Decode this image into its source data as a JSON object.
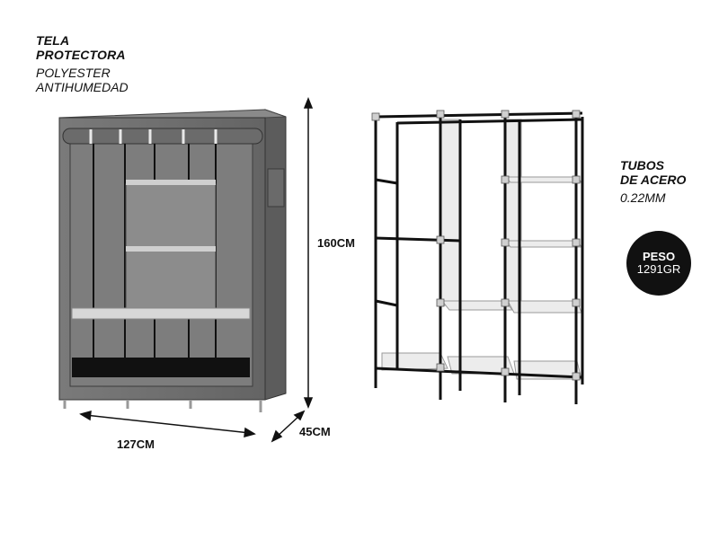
{
  "fabric": {
    "line1": "TELA",
    "line2": "PROTECTORA",
    "line3": "POLYESTER",
    "line4": "ANTIHUMEDAD"
  },
  "tubes": {
    "line1": "TUBOS",
    "line2": "DE ACERO",
    "line3": "0.22MM"
  },
  "weight": {
    "label": "PESO",
    "value": "1291GR"
  },
  "dimensions": {
    "height": "160CM",
    "width": "127CM",
    "depth": "45CM"
  },
  "colors": {
    "fabric": "#6f6f6f",
    "frame": "#111111",
    "shelf": "#e6e6e6",
    "badge": "#111111"
  }
}
